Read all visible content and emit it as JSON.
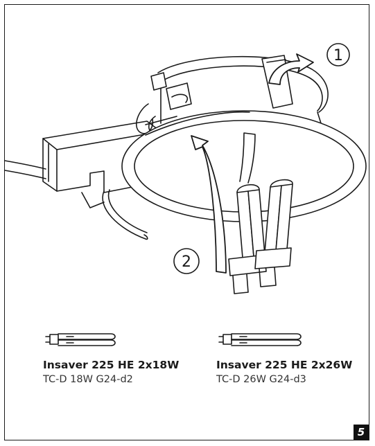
{
  "steps": {
    "step1": "1",
    "step2": "2"
  },
  "lamps": [
    {
      "model": "Insaver 225 HE 2x18W",
      "spec": "TC-D 18W G24-d2"
    },
    {
      "model": "Insaver 225 HE 2x26W",
      "spec": "TC-D 26W G24-d3"
    }
  ],
  "page_number": "5"
}
